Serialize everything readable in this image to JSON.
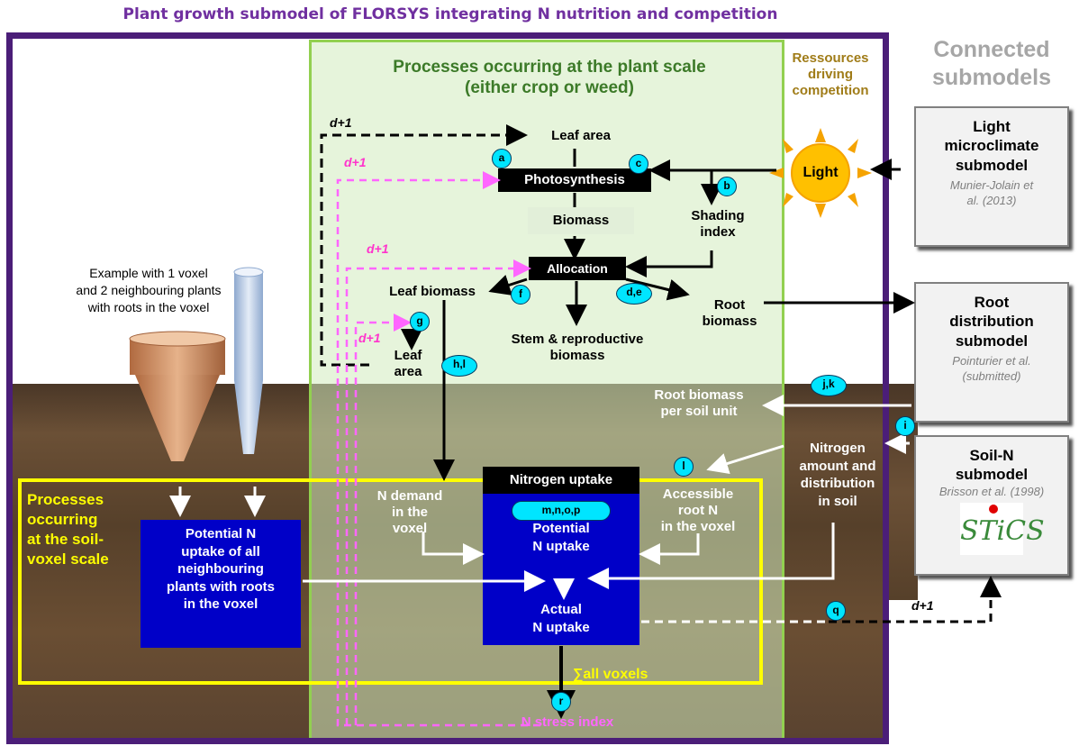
{
  "title": "Plant growth submodel of FLORSYS integrating N nutrition and competition",
  "plant_scale": {
    "line1": "Processes occurring at the plant scale",
    "line2": "(either crop or weed)"
  },
  "soil_scale": {
    "line1": "Processes",
    "line2": "occurring",
    "line3": "at the soil-",
    "line4": "voxel scale"
  },
  "ressources": {
    "line1": "Ressources",
    "line2": "driving",
    "line3": "competition"
  },
  "connected": {
    "line1": "Connected",
    "line2": "submodels"
  },
  "light": "Light",
  "submodels": [
    {
      "l1": "Light",
      "l2": "microclimate",
      "l3": "submodel",
      "ref1": "Munier-Jolain et",
      "ref2": "al. (2013)"
    },
    {
      "l1": "Root",
      "l2": "distribution",
      "l3": "submodel",
      "ref1": "Pointurier et al.",
      "ref2": "(submitted)"
    },
    {
      "l1": "Soil-N",
      "l2": "submodel",
      "ref1": "Brisson et al. (1998)",
      "logo": "STiCS"
    }
  ],
  "nodes": {
    "leaf_area_top": "Leaf area",
    "photosynthesis": "Photosynthesis",
    "biomass": "Biomass",
    "shading1": "Shading",
    "shading2": "index",
    "allocation": "Allocation",
    "leaf_biomass": "Leaf biomass",
    "root_biomass1": "Root",
    "root_biomass2": "biomass",
    "stem1": "Stem & reproductive",
    "stem2": "biomass",
    "leaf_area_bot1": "Leaf",
    "leaf_area_bot2": "area",
    "example1": "Example with 1 voxel",
    "example2": "and 2 neighbouring plants",
    "example3": "with roots in the voxel",
    "root_soil1": "Root biomass",
    "root_soil2": "per soil unit",
    "nitrogen1": "Nitrogen",
    "nitrogen2": "amount and",
    "nitrogen3": "distribution",
    "nitrogen4": "in soil",
    "ndemand1": "N demand",
    "ndemand2": "in the",
    "ndemand3": "voxel",
    "nuptake": "Nitrogen uptake",
    "potential1": "Potential",
    "potential2": "N uptake",
    "actual1": "Actual",
    "actual2": "N uptake",
    "access1": "Accessible",
    "access2": "root N",
    "access3": "in the voxel",
    "potall1": "Potential N",
    "potall2": "uptake of all",
    "potall3": "neighbouring",
    "potall4": "plants with roots",
    "potall5": "in the voxel",
    "sum": "∑all voxels",
    "nstress": "N stress index"
  },
  "circles": {
    "a": "a",
    "b": "b",
    "c": "c",
    "de": "d,e",
    "f": "f",
    "g": "g",
    "hl": "h,l",
    "jk": "j,k",
    "i": "i",
    "l": "l",
    "mnop": "m,n,o,p",
    "q": "q",
    "r": "r"
  },
  "dlabels": {
    "d1": "d+1",
    "d2": "d+1",
    "d3": "d+1",
    "d4": "d+1",
    "d5": "d+1"
  },
  "colors": {
    "frame": "#4b1e78",
    "plant_box": "#92d050",
    "soil_box": "#ffff00",
    "blue_box": "#0000c8",
    "pink": "#ff66ff",
    "circle": "#00e5ff"
  }
}
